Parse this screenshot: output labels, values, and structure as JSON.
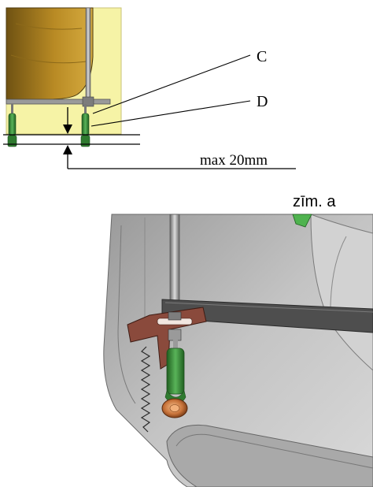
{
  "callouts": {
    "c": "C",
    "d": "D",
    "max_gap": "max 20mm"
  },
  "figure_caption": "zīm. a",
  "colors": {
    "tub_fill": "#b88a24",
    "tub_dark": "#6f5212",
    "backdrop": "#f6f3a6",
    "leg_green": "#3f9b3f",
    "cap_copper": "#c8733a",
    "bracket_brown": "#8a4a3c",
    "panel_grey": "#b9b9b9",
    "rail_dark": "#555555"
  }
}
